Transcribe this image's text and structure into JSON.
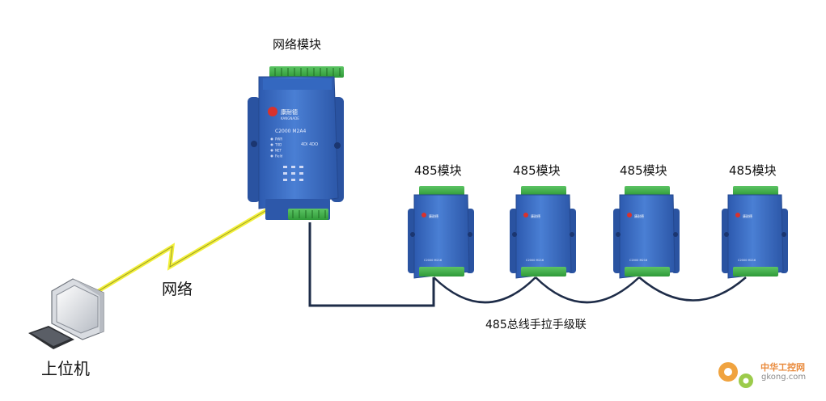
{
  "labels": {
    "network_module": "网络模块",
    "module_485": [
      "485模块",
      "485模块",
      "485模块",
      "485模块"
    ],
    "network": "网络",
    "bus_chain": "485总线手拉手级联",
    "host_computer": "上位机"
  },
  "device_text": {
    "brand": "康耐德",
    "brand_en": "KANGNADE",
    "model": "C2000 M2A4",
    "indicator_1": "PWR",
    "indicator_2": "TXD",
    "indicator_3": "NET",
    "indicator_4": "Field",
    "ports": "4DI  4DO",
    "small_model": "C2000 M216"
  },
  "watermark": {
    "cn": "中华工控网",
    "en": "gkong.com"
  },
  "colors": {
    "module_blue": "#3f6fc6",
    "module_dark": "#2c55a6",
    "terminal_green": "#41b549",
    "bus_line": "#1e2c48",
    "wireless_yellow": "#f2f03a",
    "watermark_orange": "#e9893a"
  }
}
